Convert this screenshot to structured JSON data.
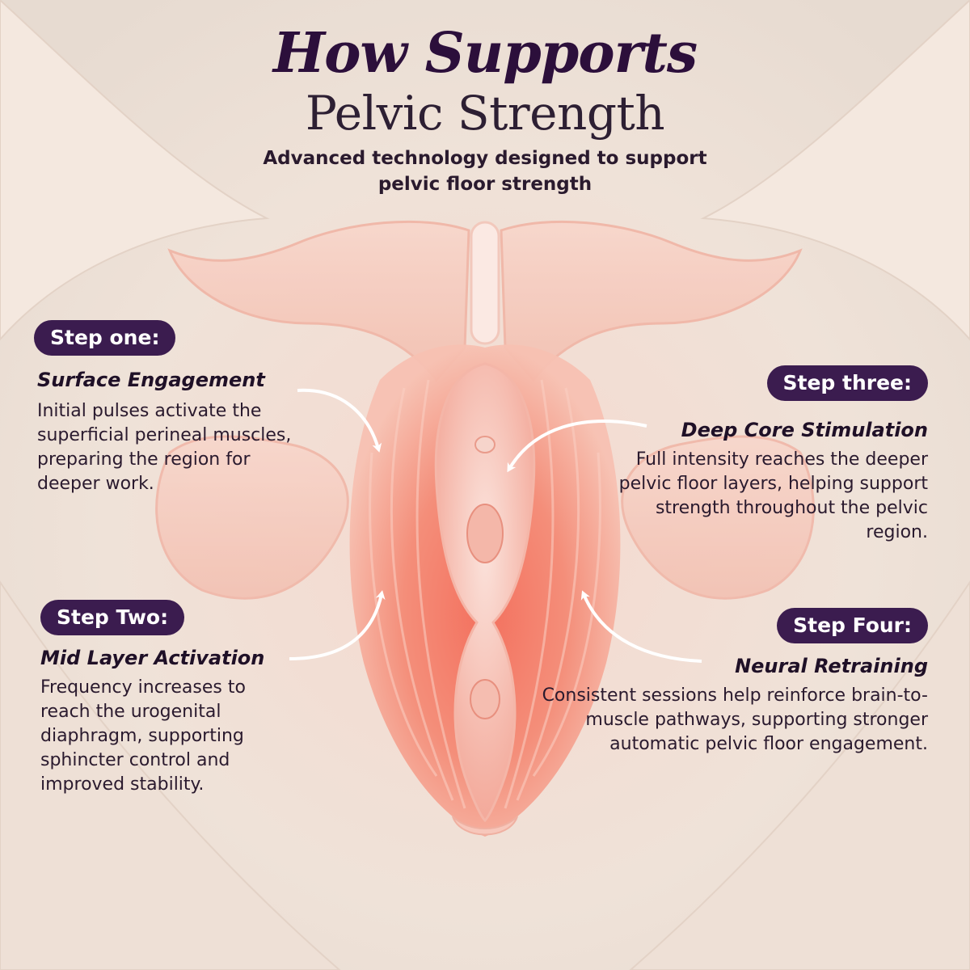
{
  "header": {
    "title": "How Supports",
    "subtitle_line": "Pelvic Strength",
    "description": "Advanced technology designed to support pelvic floor strength"
  },
  "steps": [
    {
      "label": "Step one:",
      "title": "Surface Engagement",
      "body": "Initial pulses activate the superficial perineal muscles, preparing the region for deeper work."
    },
    {
      "label": "Step Two:",
      "title": "Mid Layer Activation",
      "body": "Frequency increases to reach the urogenital diaphragm, supporting sphincter control and improved stability."
    },
    {
      "label": "Step three:",
      "title": "Deep Core Stimulation",
      "body": "Full intensity reaches the deeper pelvic floor layers, helping support strength throughout the pelvic region."
    },
    {
      "label": "Step Four:",
      "title": "Neural Retraining",
      "body": "Consistent sessions help reinforce brain-to-muscle pathways, supporting stronger automatic pelvic floor engagement."
    }
  ],
  "colors": {
    "background": "#f1e4da",
    "pill": "#3b1c4f",
    "title": "#2c0f3b",
    "muscle": "#f07a66",
    "bone": "#f6cfc3",
    "arrow": "#ffffff"
  }
}
